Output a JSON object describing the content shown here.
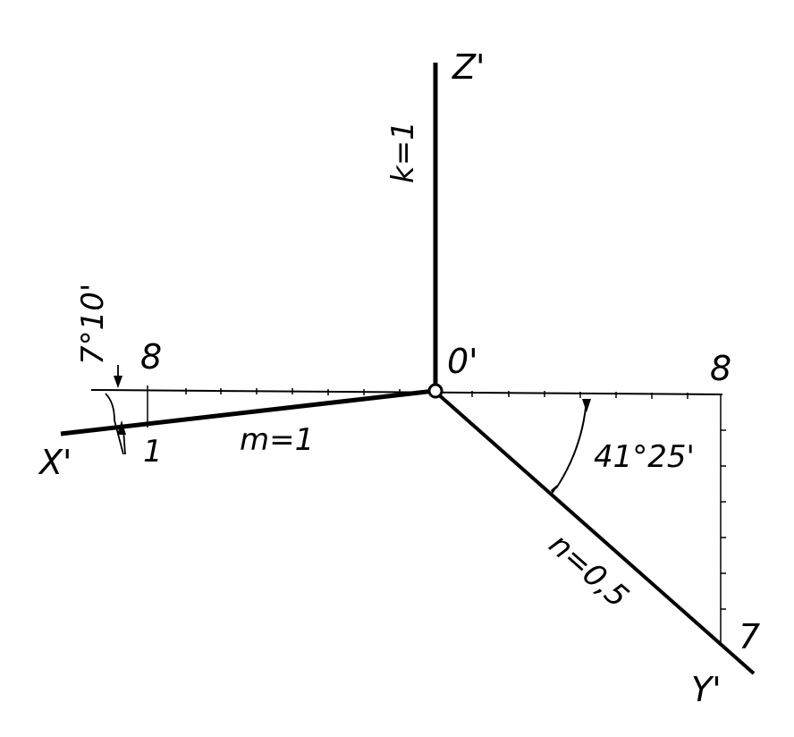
{
  "colors": {
    "background": "#ffffff",
    "ink": "#000000"
  },
  "axes": {
    "z": {
      "label": "Z'",
      "coefficient": "k=1"
    },
    "x": {
      "label": "X'",
      "coefficient": "m=1",
      "angle": "7°10'"
    },
    "y": {
      "label": "Y'",
      "coefficient": "n=0,5",
      "angle": "41°25'"
    },
    "origin": {
      "label": "0'"
    }
  },
  "construction": {
    "x_horizontal_units": "8",
    "x_vertical_units": "1",
    "y_horizontal_units": "8",
    "y_vertical_units": "7"
  }
}
